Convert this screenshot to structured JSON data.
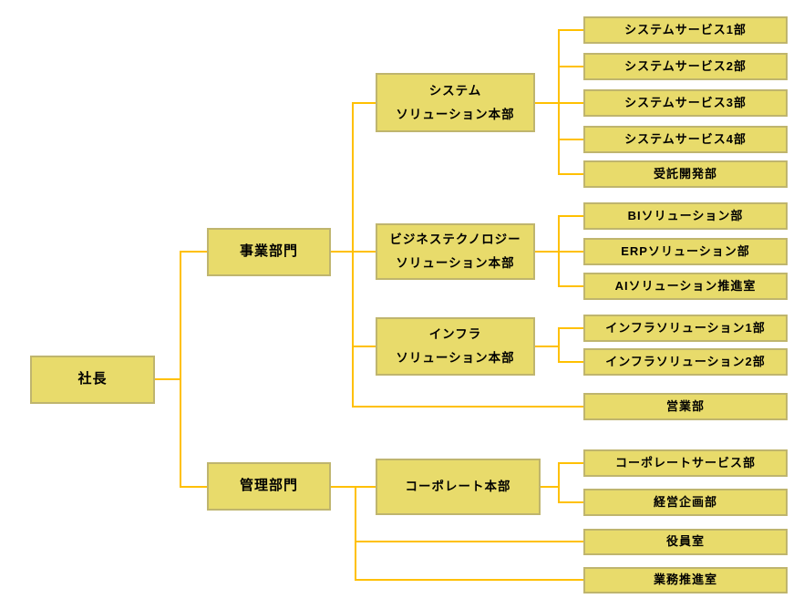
{
  "colors": {
    "box_fill": "#e8db6b",
    "box_border": "#bfb56e",
    "connector": "#ffc000",
    "text": "#000000"
  },
  "tree": {
    "label": "社長",
    "children": [
      {
        "label": "事業部門",
        "children": [
          {
            "label": "システム\nソリューション本部",
            "children": [
              {
                "label": "システムサービス1部"
              },
              {
                "label": "システムサービス2部"
              },
              {
                "label": "システムサービス3部"
              },
              {
                "label": "システムサービス4部"
              },
              {
                "label": "受託開発部"
              }
            ]
          },
          {
            "label": "ビジネステクノロジー\nソリューション本部",
            "children": [
              {
                "label": "BIソリューション部"
              },
              {
                "label": "ERPソリューション部"
              },
              {
                "label": "AIソリューション推進室"
              }
            ]
          },
          {
            "label": "インフラ\nソリューション本部",
            "children": [
              {
                "label": "インフラソリューション1部"
              },
              {
                "label": "インフラソリューション2部"
              }
            ]
          },
          {
            "label": "営業部"
          }
        ]
      },
      {
        "label": "管理部門",
        "children": [
          {
            "label": "コーポレート本部",
            "children": [
              {
                "label": "コーポレートサービス部"
              },
              {
                "label": "経営企画部"
              }
            ]
          },
          {
            "label": "役員室"
          },
          {
            "label": "業務推進室"
          }
        ]
      }
    ]
  }
}
